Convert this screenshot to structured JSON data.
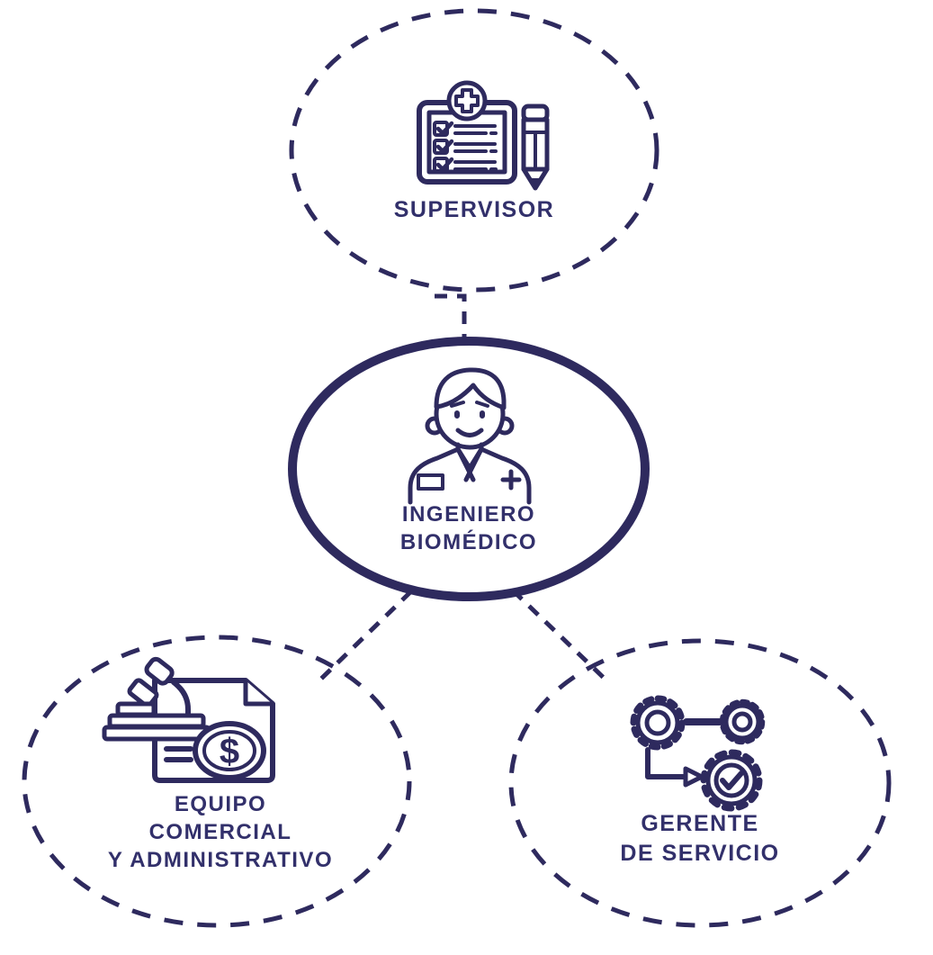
{
  "diagram": {
    "type": "org-relationship-diagram",
    "colors": {
      "stroke": "#2e2a5e",
      "text": "#32306b",
      "background": "#ffffff"
    },
    "nodes": [
      {
        "id": "supervisor",
        "label": "SUPERVISOR",
        "icon": "clipboard-checklist-medical-pencil-icon",
        "border_style": "dashed"
      },
      {
        "id": "ingeniero-biomedico",
        "label": "INGENIERO\nBIOMÉDICO",
        "icon": "biomedical-engineer-person-icon",
        "border_style": "solid-thick"
      },
      {
        "id": "equipo-comercial-administrativo",
        "label": "EQUIPO\nCOMERCIAL\nY ADMINISTRATIVO",
        "icon": "microscope-invoice-dollar-icon",
        "border_style": "dashed"
      },
      {
        "id": "gerente-de-servicio",
        "label": "GERENTE\nDE SERVICIO",
        "icon": "gears-workflow-check-icon",
        "border_style": "dashed"
      }
    ],
    "edges": [
      {
        "from": "supervisor",
        "to": "ingeniero-biomedico",
        "style": "dashed-elbow"
      },
      {
        "from": "ingeniero-biomedico",
        "to": "equipo-comercial-administrativo",
        "style": "dashed-diagonal"
      },
      {
        "from": "ingeniero-biomedico",
        "to": "gerente-de-servicio",
        "style": "dashed-diagonal"
      }
    ],
    "icons": {
      "dollar_glyph": "$"
    }
  }
}
